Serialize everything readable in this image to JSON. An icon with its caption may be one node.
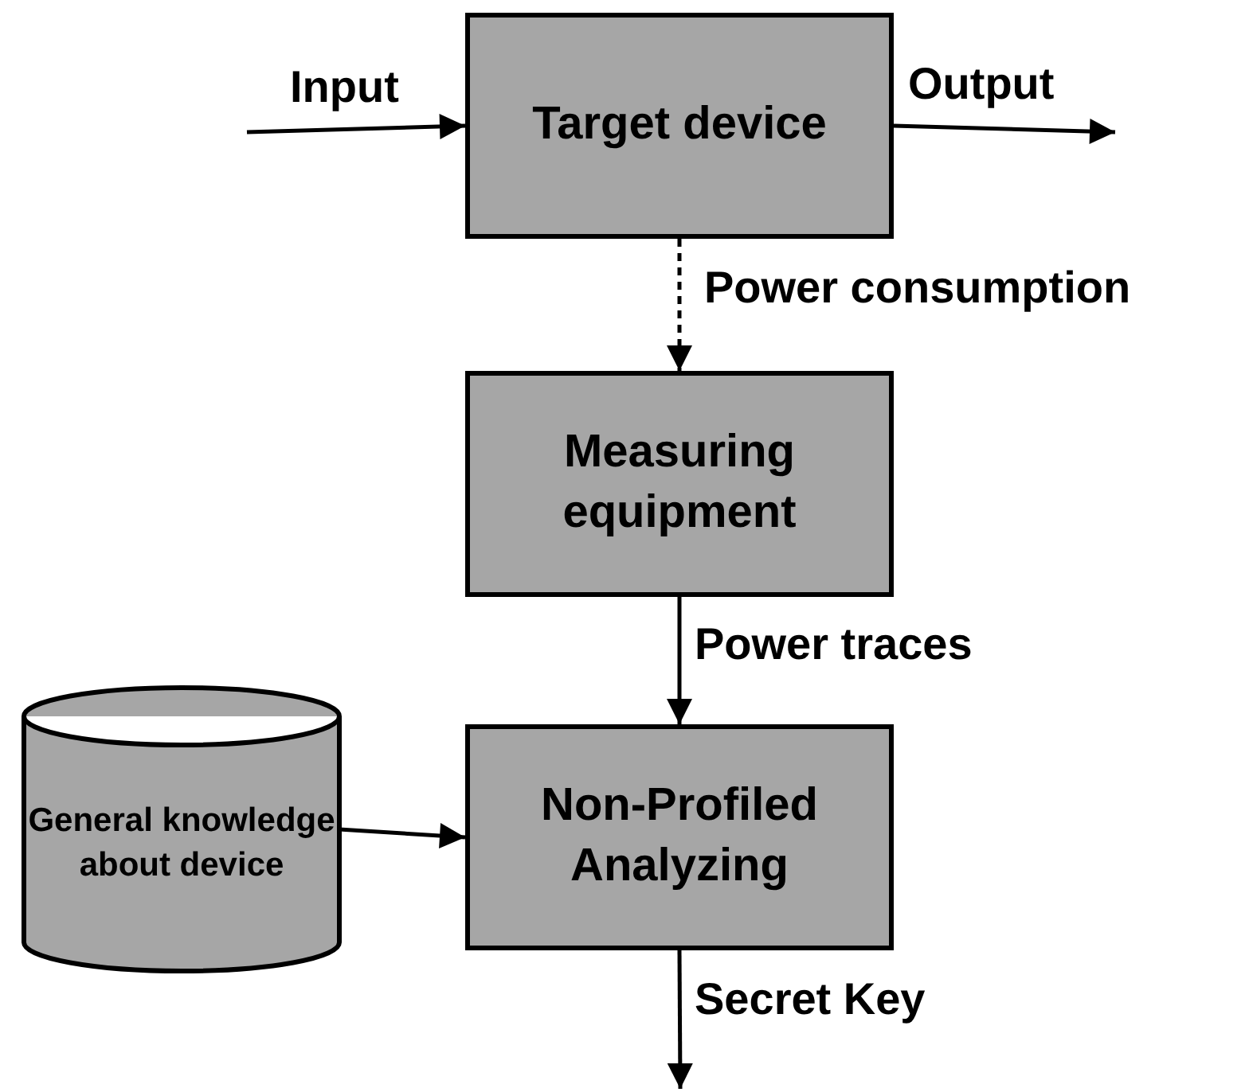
{
  "diagram": {
    "nodes": [
      {
        "text": [
          "Target device"
        ]
      },
      {
        "text": [
          "Measuring equipment"
        ]
      },
      {
        "text": [
          "Non-Profiled Analyzing"
        ]
      },
      {
        "text": [
          "General knowledge about device"
        ]
      }
    ],
    "edges": [
      {
        "from": null,
        "to": 0,
        "arrow": "to",
        "label": "Input"
      },
      {
        "from": 0,
        "to": null,
        "arrow": "to",
        "label": "Output"
      },
      {
        "from": 0,
        "to": 1,
        "arrow": "to",
        "style": "dashed",
        "label": "Power consumption"
      },
      {
        "from": 1,
        "to": 2,
        "arrow": "to",
        "label": "Power traces"
      },
      {
        "from": 3,
        "to": 2,
        "arrow": "to"
      },
      {
        "from": 2,
        "to": null,
        "arrow": "to",
        "label": "Secret Key"
      }
    ]
  }
}
